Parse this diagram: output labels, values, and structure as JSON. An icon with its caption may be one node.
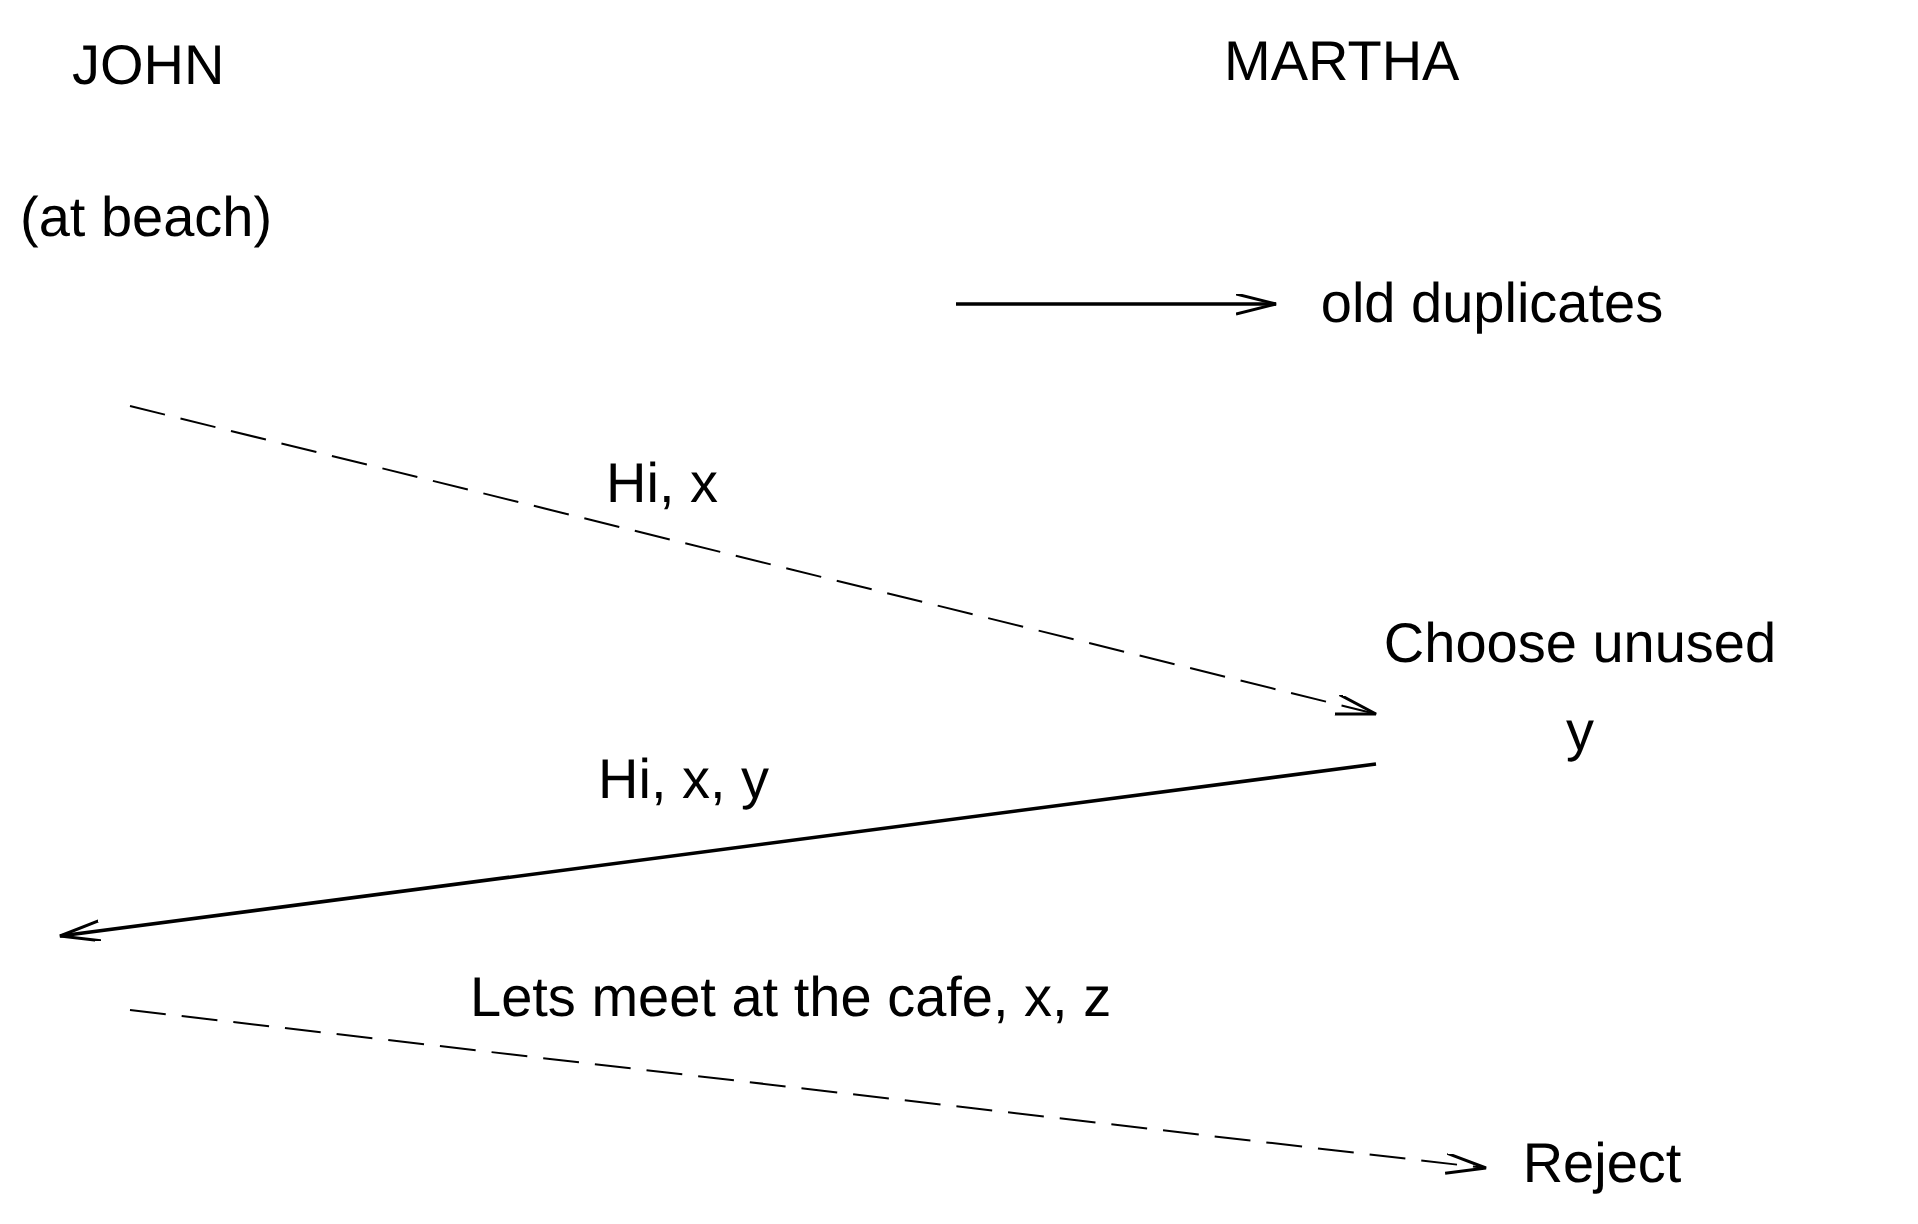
{
  "diagram": {
    "nodes": [
      {
        "text": [
          "old duplicates"
        ]
      },
      {
        "text": [
          "Choose unused y"
        ]
      },
      {
        "text": [
          "Reject"
        ]
      }
    ],
    "edges": [
      {
        "from": null,
        "to": 0,
        "arrow": "to"
      },
      {
        "from": null,
        "to": 1,
        "arrow": "to",
        "label": "Hi, x",
        "style": "dashed"
      },
      {
        "from": 1,
        "to": null,
        "arrow": "to",
        "label": "Hi, x, y"
      },
      {
        "from": null,
        "to": 2,
        "arrow": "to",
        "label": "Lets meet at the cafe, x, z",
        "style": "dashed"
      }
    ],
    "labels": [
      "JOHN",
      "MARTHA",
      "(at beach)"
    ]
  }
}
